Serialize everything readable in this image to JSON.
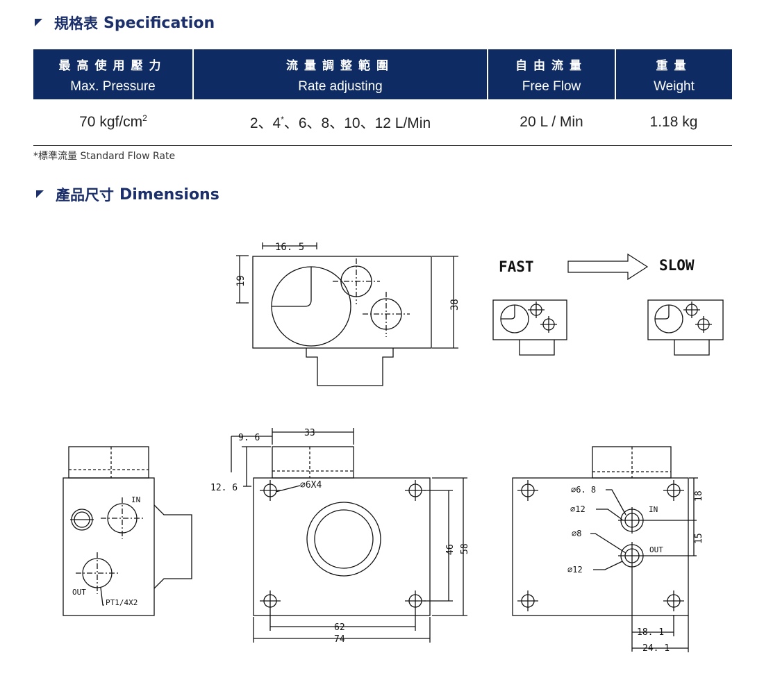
{
  "spec": {
    "heading_zh": "規格表",
    "heading_en": "Specification",
    "columns": [
      {
        "zh": "最高使用壓力",
        "en": "Max. Pressure"
      },
      {
        "zh": "流量調整範圍",
        "en": "Rate adjusting"
      },
      {
        "zh": "自由流量",
        "en": "Free Flow"
      },
      {
        "zh": "重量",
        "en": "Weight"
      }
    ],
    "row": {
      "pressure": "70 kgf/cm",
      "pressure_sup": "2",
      "rate_a": "2、4",
      "rate_sup": "*",
      "rate_b": "、6、8、10、12 L/Min",
      "free_flow": "20 L / Min",
      "weight": "1.18 kg"
    },
    "note": "*標準流量 Standard Flow Rate"
  },
  "dimensions": {
    "heading_zh": "產品尺寸",
    "heading_en": "Dimensions",
    "labels": {
      "d16_5": "16. 5",
      "d19": "19",
      "d38": "38",
      "fast": "FAST",
      "slow": "SLOW",
      "d9_6": "9. 6",
      "d33": "33",
      "d12_6": "12. 6",
      "phi6x4": "⌀6X4",
      "d46": "46",
      "d58": "58",
      "d62": "62",
      "d74": "74",
      "in1": "IN",
      "out1": "OUT",
      "pt": "PT1/4X2",
      "phi6_8": "⌀6. 8",
      "phi12a": "⌀12",
      "phi8": "⌀8",
      "phi12b": "⌀12",
      "in2": "IN",
      "out2": "OUT",
      "d18": "18",
      "d15": "15",
      "d18_1": "18. 1",
      "d24_1": "24. 1"
    }
  }
}
